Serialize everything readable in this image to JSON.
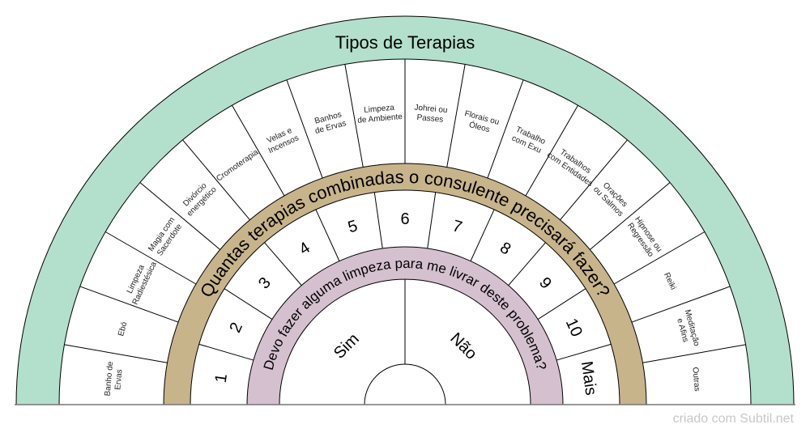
{
  "title": "Tipos de Terapias",
  "outer_question": "Quantas terapias combinadas o consulente precisará fazer?",
  "inner_question": "Devo fazer alguma limpeza para me livrar deste problema?",
  "therapies": [
    [
      "Banho de",
      "Ervas"
    ],
    [
      "Ebó"
    ],
    [
      "Limpeza",
      "Radiestésica"
    ],
    [
      "Magia com",
      "Sacerdote"
    ],
    [
      "Divórcio",
      "energético"
    ],
    [
      "Cromoterapia"
    ],
    [
      "Velas e",
      "Incensos"
    ],
    [
      "Banhos",
      "de Ervas"
    ],
    [
      "Limpeza",
      "de Ambiente"
    ],
    [
      "Johrei ou",
      "Passes"
    ],
    [
      "Florais ou",
      "Óleos"
    ],
    [
      "Trabalho",
      "com Exu"
    ],
    [
      "Trabalhos",
      "com Entidades"
    ],
    [
      "Orações",
      "ou Salmos"
    ],
    [
      "Hipnose ou",
      "Regressão"
    ],
    [
      "Reiki"
    ],
    [
      "Meditação",
      "e Afins"
    ],
    [
      "Outras"
    ]
  ],
  "numbers": [
    "1",
    "2",
    "3",
    "4",
    "5",
    "6",
    "7",
    "8",
    "9",
    "10",
    "Mais"
  ],
  "answers": [
    "Sim",
    "Não"
  ],
  "footer": "criado com Subtil.net",
  "colors": {
    "green": "#b3e0cc",
    "tan": "#c8b48a",
    "pink": "#d5c0cf",
    "line": "#000000"
  }
}
